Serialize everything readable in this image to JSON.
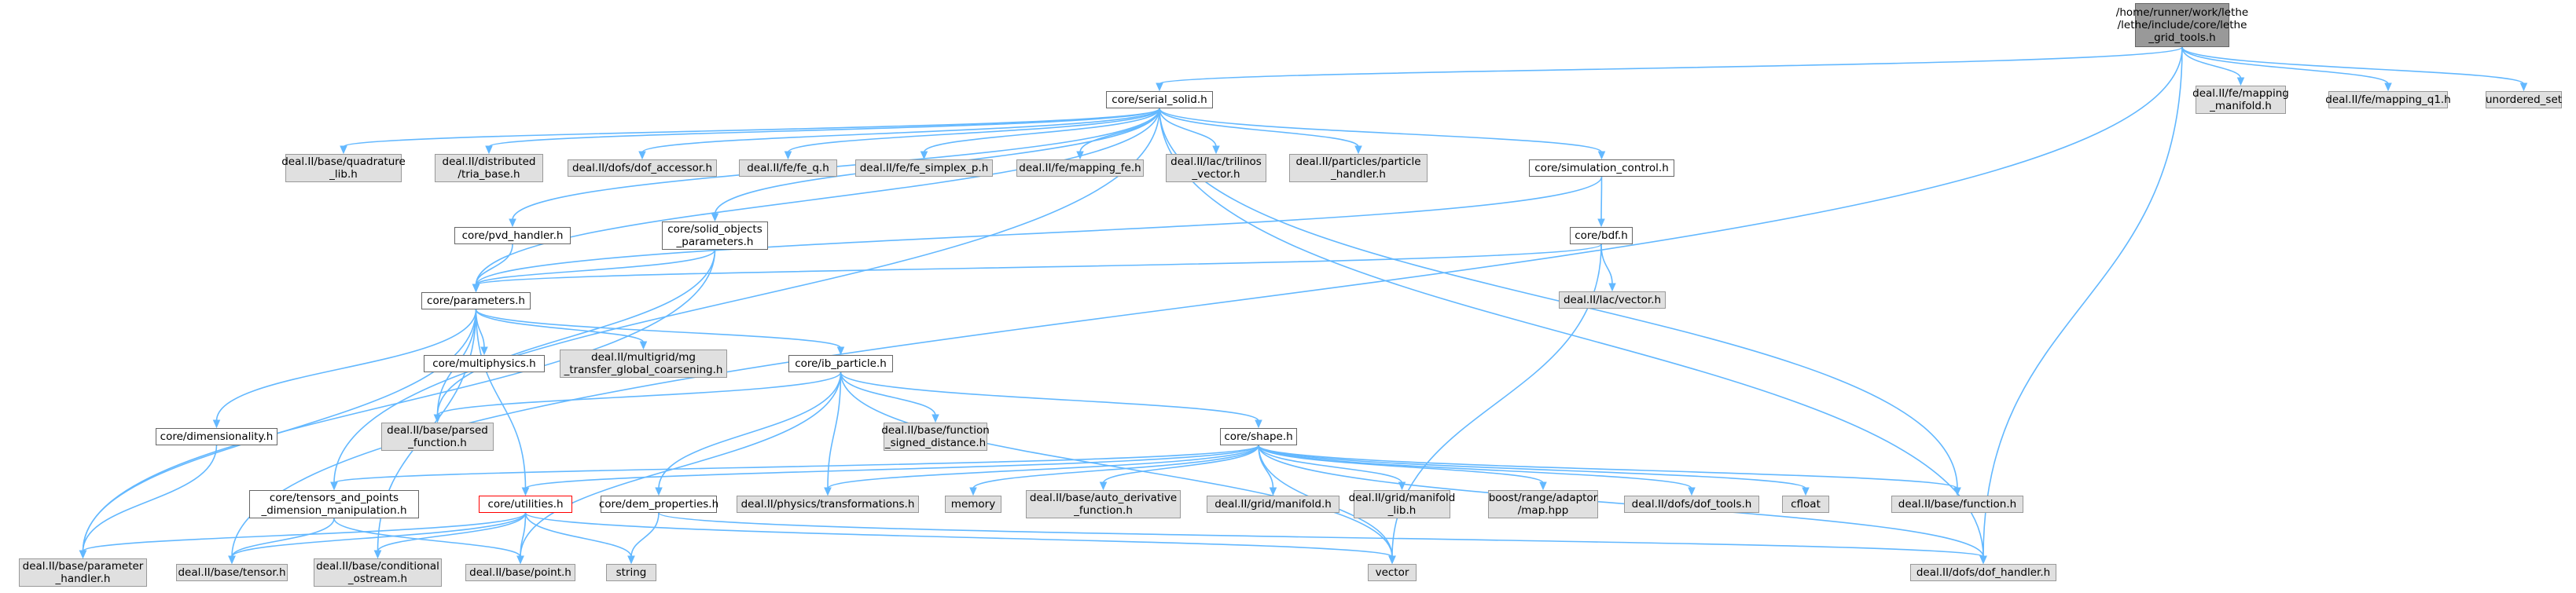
{
  "graph": {
    "nodes": [
      {
        "id": "root",
        "label": "/home/runner/work/lethe\n/lethe/include/core/lethe\n_grid_tools.h",
        "style": "root"
      },
      {
        "id": "serial_solid",
        "label": "core/serial_solid.h",
        "style": "white"
      },
      {
        "id": "fe_mapping_manifold",
        "label": "deal.II/fe/mapping\n_manifold.h",
        "style": "gray"
      },
      {
        "id": "fe_mapping_q1",
        "label": "deal.II/fe/mapping_q1.h",
        "style": "gray"
      },
      {
        "id": "unordered_set",
        "label": "unordered_set",
        "style": "gray"
      },
      {
        "id": "quadrature_lib",
        "label": "deal.II/base/quadrature\n_lib.h",
        "style": "gray"
      },
      {
        "id": "tria_base",
        "label": "deal.II/distributed\n/tria_base.h",
        "style": "gray"
      },
      {
        "id": "dof_accessor",
        "label": "deal.II/dofs/dof_accessor.h",
        "style": "gray"
      },
      {
        "id": "fe_q",
        "label": "deal.II/fe/fe_q.h",
        "style": "gray"
      },
      {
        "id": "fe_simplex_p",
        "label": "deal.II/fe/fe_simplex_p.h",
        "style": "gray"
      },
      {
        "id": "mapping_fe",
        "label": "deal.II/fe/mapping_fe.h",
        "style": "gray"
      },
      {
        "id": "trilinos_vector",
        "label": "deal.II/lac/trilinos\n_vector.h",
        "style": "gray"
      },
      {
        "id": "particle_handler",
        "label": "deal.II/particles/particle\n_handler.h",
        "style": "gray"
      },
      {
        "id": "simulation_control",
        "label": "core/simulation_control.h",
        "style": "white"
      },
      {
        "id": "pvd_handler",
        "label": "core/pvd_handler.h",
        "style": "white"
      },
      {
        "id": "solid_objects_parameters",
        "label": "core/solid_objects\n_parameters.h",
        "style": "white"
      },
      {
        "id": "bdf",
        "label": "core/bdf.h",
        "style": "white"
      },
      {
        "id": "lac_vector",
        "label": "deal.II/lac/vector.h",
        "style": "gray"
      },
      {
        "id": "parameters",
        "label": "core/parameters.h",
        "style": "white"
      },
      {
        "id": "multiphysics",
        "label": "core/multiphysics.h",
        "style": "white"
      },
      {
        "id": "mg_transfer",
        "label": "deal.II/multigrid/mg\n_transfer_global_coarsening.h",
        "style": "gray"
      },
      {
        "id": "ib_particle",
        "label": "core/ib_particle.h",
        "style": "white"
      },
      {
        "id": "dimensionality",
        "label": "core/dimensionality.h",
        "style": "white"
      },
      {
        "id": "parsed_function",
        "label": "deal.II/base/parsed\n_function.h",
        "style": "gray"
      },
      {
        "id": "function_signed_distance",
        "label": "deal.II/base/function\n_signed_distance.h",
        "style": "gray"
      },
      {
        "id": "shape",
        "label": "core/shape.h",
        "style": "white"
      },
      {
        "id": "tensors_and_points",
        "label": "core/tensors_and_points\n_dimension_manipulation.h",
        "style": "white"
      },
      {
        "id": "utilities",
        "label": "core/utilities.h",
        "style": "red"
      },
      {
        "id": "dem_properties",
        "label": "core/dem_properties.h",
        "style": "white"
      },
      {
        "id": "transformations",
        "label": "deal.II/physics/transformations.h",
        "style": "gray"
      },
      {
        "id": "memory",
        "label": "memory",
        "style": "gray"
      },
      {
        "id": "auto_derivative_function",
        "label": "deal.II/base/auto_derivative\n_function.h",
        "style": "gray"
      },
      {
        "id": "grid_manifold",
        "label": "deal.II/grid/manifold.h",
        "style": "gray"
      },
      {
        "id": "manifold_lib",
        "label": "deal.II/grid/manifold\n_lib.h",
        "style": "gray"
      },
      {
        "id": "boost_map",
        "label": "boost/range/adaptor\n/map.hpp",
        "style": "gray"
      },
      {
        "id": "dof_tools",
        "label": "deal.II/dofs/dof_tools.h",
        "style": "gray"
      },
      {
        "id": "cfloat",
        "label": "cfloat",
        "style": "gray"
      },
      {
        "id": "base_function",
        "label": "deal.II/base/function.h",
        "style": "gray"
      },
      {
        "id": "parameter_handler",
        "label": "deal.II/base/parameter\n_handler.h",
        "style": "gray"
      },
      {
        "id": "tensor",
        "label": "deal.II/base/tensor.h",
        "style": "gray"
      },
      {
        "id": "conditional_ostream",
        "label": "deal.II/base/conditional\n_ostream.h",
        "style": "gray"
      },
      {
        "id": "point",
        "label": "deal.II/base/point.h",
        "style": "gray"
      },
      {
        "id": "string",
        "label": "string",
        "style": "gray"
      },
      {
        "id": "vector",
        "label": "vector",
        "style": "gray"
      },
      {
        "id": "dof_handler",
        "label": "deal.II/dofs/dof_handler.h",
        "style": "gray"
      }
    ],
    "edges": [
      [
        "root",
        "serial_solid"
      ],
      [
        "root",
        "fe_mapping_manifold"
      ],
      [
        "root",
        "fe_mapping_q1"
      ],
      [
        "root",
        "unordered_set"
      ],
      [
        "root",
        "tensor"
      ],
      [
        "root",
        "dof_handler"
      ],
      [
        "serial_solid",
        "quadrature_lib"
      ],
      [
        "serial_solid",
        "tria_base"
      ],
      [
        "serial_solid",
        "dof_accessor"
      ],
      [
        "serial_solid",
        "fe_q"
      ],
      [
        "serial_solid",
        "fe_simplex_p"
      ],
      [
        "serial_solid",
        "mapping_fe"
      ],
      [
        "serial_solid",
        "trilinos_vector"
      ],
      [
        "serial_solid",
        "particle_handler"
      ],
      [
        "serial_solid",
        "simulation_control"
      ],
      [
        "serial_solid",
        "pvd_handler"
      ],
      [
        "serial_solid",
        "solid_objects_parameters"
      ],
      [
        "serial_solid",
        "parameters"
      ],
      [
        "serial_solid",
        "tensors_and_points"
      ],
      [
        "serial_solid",
        "base_function"
      ],
      [
        "serial_solid",
        "dof_handler"
      ],
      [
        "simulation_control",
        "bdf"
      ],
      [
        "simulation_control",
        "parameters"
      ],
      [
        "bdf",
        "lac_vector"
      ],
      [
        "bdf",
        "parameters"
      ],
      [
        "bdf",
        "vector"
      ],
      [
        "pvd_handler",
        "parameters"
      ],
      [
        "solid_objects_parameters",
        "parameters"
      ],
      [
        "solid_objects_parameters",
        "parsed_function"
      ],
      [
        "solid_objects_parameters",
        "parameter_handler"
      ],
      [
        "parameters",
        "multiphysics"
      ],
      [
        "parameters",
        "mg_transfer"
      ],
      [
        "parameters",
        "ib_particle"
      ],
      [
        "parameters",
        "dimensionality"
      ],
      [
        "parameters",
        "parsed_function"
      ],
      [
        "parameters",
        "utilities"
      ],
      [
        "parameters",
        "parameter_handler"
      ],
      [
        "parameters",
        "conditional_ostream"
      ],
      [
        "dimensionality",
        "parameter_handler"
      ],
      [
        "ib_particle",
        "parsed_function"
      ],
      [
        "ib_particle",
        "function_signed_distance"
      ],
      [
        "ib_particle",
        "shape"
      ],
      [
        "ib_particle",
        "dem_properties"
      ],
      [
        "ib_particle",
        "transformations"
      ],
      [
        "ib_particle",
        "point"
      ],
      [
        "ib_particle",
        "vector"
      ],
      [
        "shape",
        "tensors_and_points"
      ],
      [
        "shape",
        "utilities"
      ],
      [
        "shape",
        "transformations"
      ],
      [
        "shape",
        "memory"
      ],
      [
        "shape",
        "auto_derivative_function"
      ],
      [
        "shape",
        "grid_manifold"
      ],
      [
        "shape",
        "manifold_lib"
      ],
      [
        "shape",
        "boost_map"
      ],
      [
        "shape",
        "dof_tools"
      ],
      [
        "shape",
        "cfloat"
      ],
      [
        "shape",
        "base_function"
      ],
      [
        "shape",
        "dof_handler"
      ],
      [
        "shape",
        "vector"
      ],
      [
        "tensors_and_points",
        "tensor"
      ],
      [
        "tensors_and_points",
        "point"
      ],
      [
        "utilities",
        "parameter_handler"
      ],
      [
        "utilities",
        "tensor"
      ],
      [
        "utilities",
        "conditional_ostream"
      ],
      [
        "utilities",
        "point"
      ],
      [
        "utilities",
        "string"
      ],
      [
        "utilities",
        "vector"
      ],
      [
        "dem_properties",
        "string"
      ],
      [
        "dem_properties",
        "dof_handler"
      ]
    ]
  }
}
